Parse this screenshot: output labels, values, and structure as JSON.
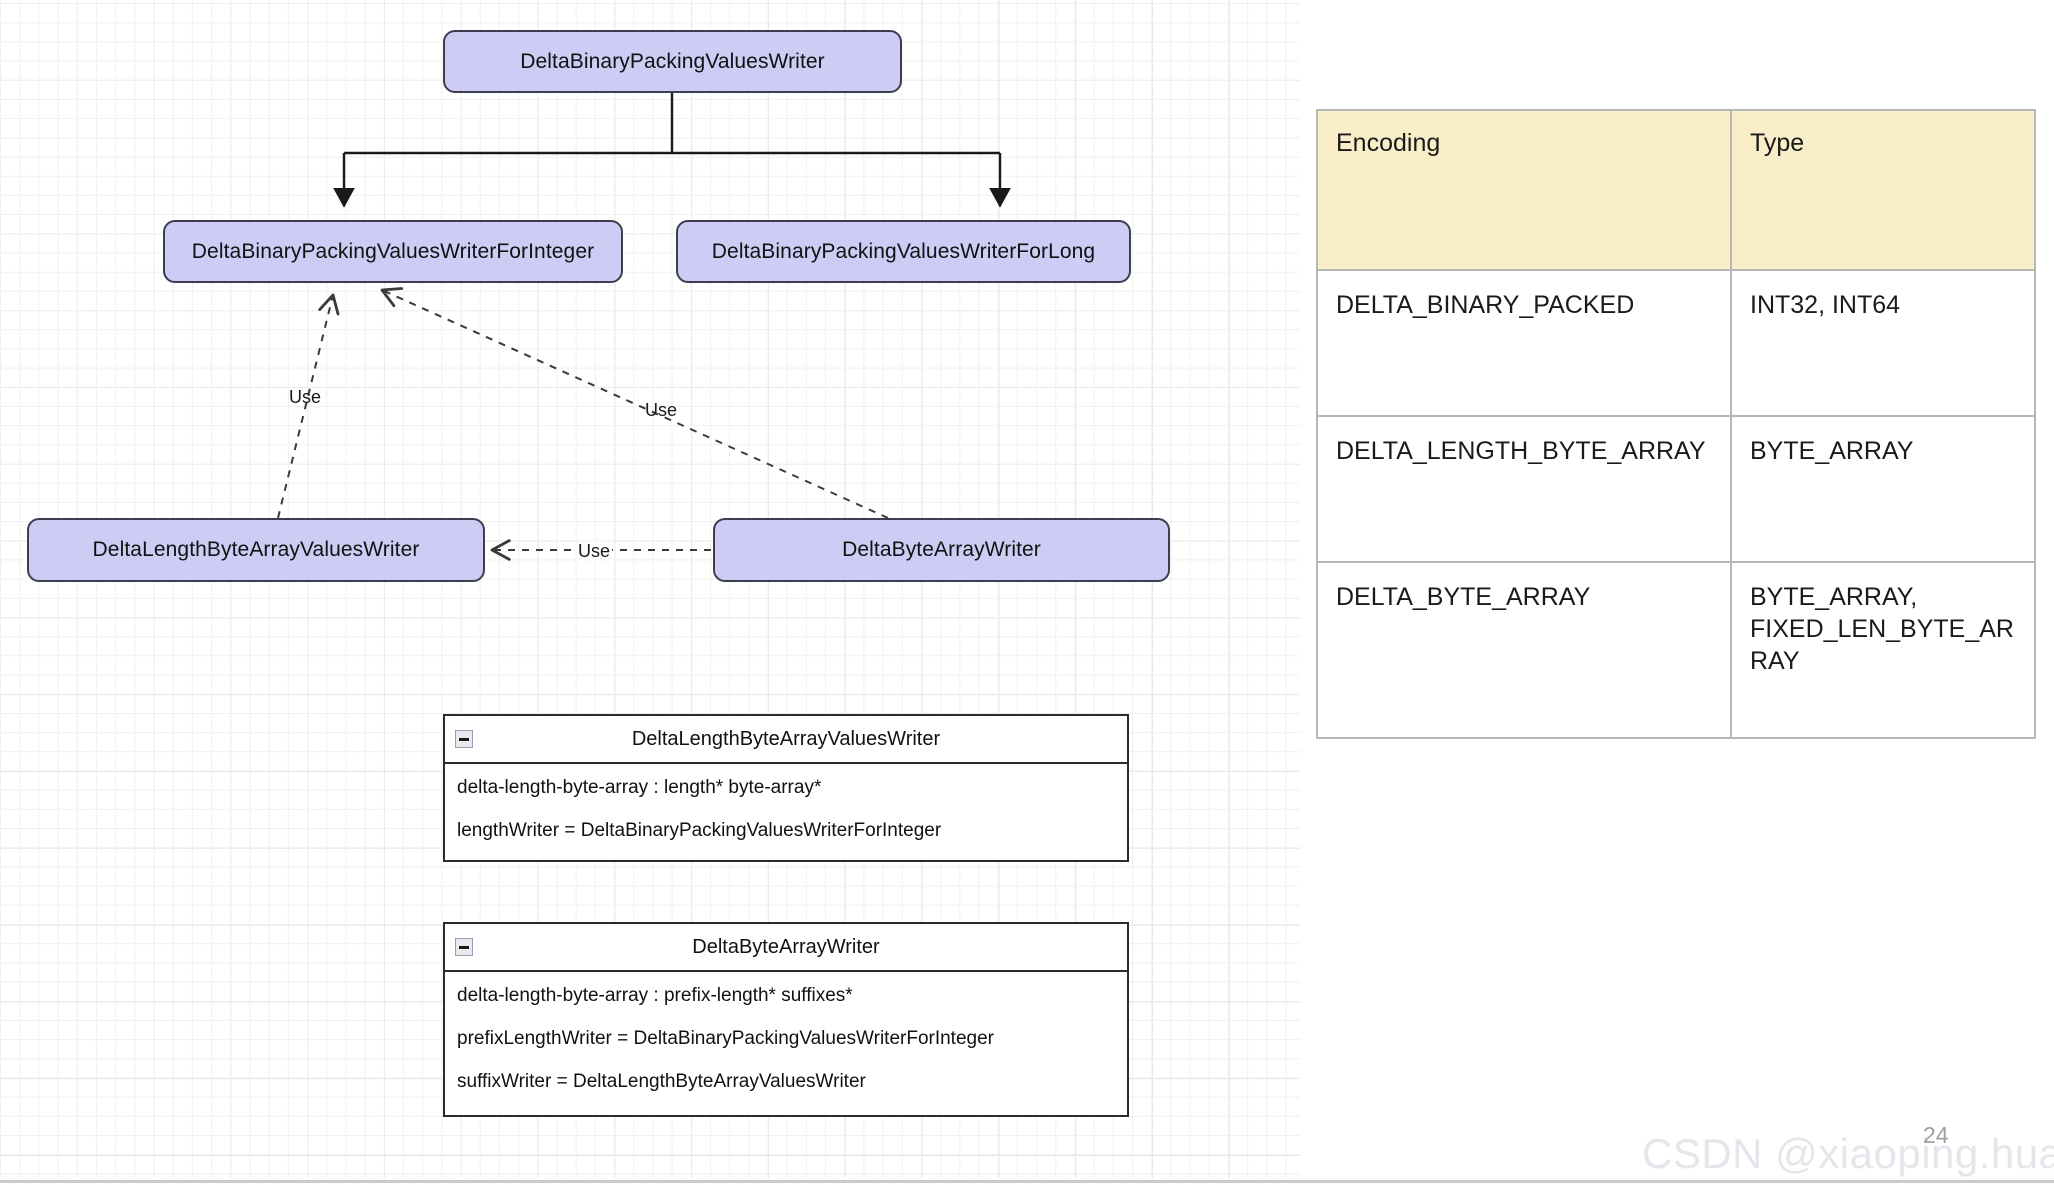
{
  "diagram": {
    "nodes": [
      {
        "id": "root",
        "label": "DeltaBinaryPackingValuesWriter"
      },
      {
        "id": "integer",
        "label": "DeltaBinaryPackingValuesWriterForInteger"
      },
      {
        "id": "long",
        "label": "DeltaBinaryPackingValuesWriterForLong"
      },
      {
        "id": "dlbavw",
        "label": "DeltaLengthByteArrayValuesWriter"
      },
      {
        "id": "dbaw",
        "label": "DeltaByteArrayWriter"
      }
    ],
    "edge_labels": {
      "use_1": "Use",
      "use_2": "Use",
      "use_3": "Use"
    },
    "colors": {
      "node_fill": "#ccccf4",
      "node_stroke": "#3d3d4e",
      "connector": "#1a1a1a",
      "grid_minor": "#f0f0f0",
      "grid_major": "#e2e2e2"
    }
  },
  "uml_boxes": [
    {
      "title": "DeltaLengthByteArrayValuesWriter",
      "collapse_icon": "minus-icon",
      "attributes": [
        "delta-length-byte-array : length* byte-array*",
        "lengthWriter = DeltaBinaryPackingValuesWriterForInteger"
      ]
    },
    {
      "title": "DeltaByteArrayWriter",
      "collapse_icon": "minus-icon",
      "attributes": [
        "delta-length-byte-array : prefix-length* suffixes*",
        "prefixLengthWriter = DeltaBinaryPackingValuesWriterForInteger",
        "suffixWriter = DeltaLengthByteArrayValuesWriter"
      ]
    }
  ],
  "encoding_table": {
    "header_background": "#faeec8",
    "columns": [
      "Encoding",
      "Type"
    ],
    "rows": [
      {
        "encoding": "DELTA_BINARY_PACKED",
        "type": "INT32,  INT64"
      },
      {
        "encoding": "DELTA_LENGTH_BYTE_ARRAY",
        "type": "BYTE_ARRAY"
      },
      {
        "encoding": "DELTA_BYTE_ARRAY",
        "type": "BYTE_ARRAY, FIXED_LEN_BYTE_ARRAY"
      }
    ]
  },
  "footer": {
    "watermark": "CSDN @xiaoping.huang",
    "page_number": "24"
  }
}
